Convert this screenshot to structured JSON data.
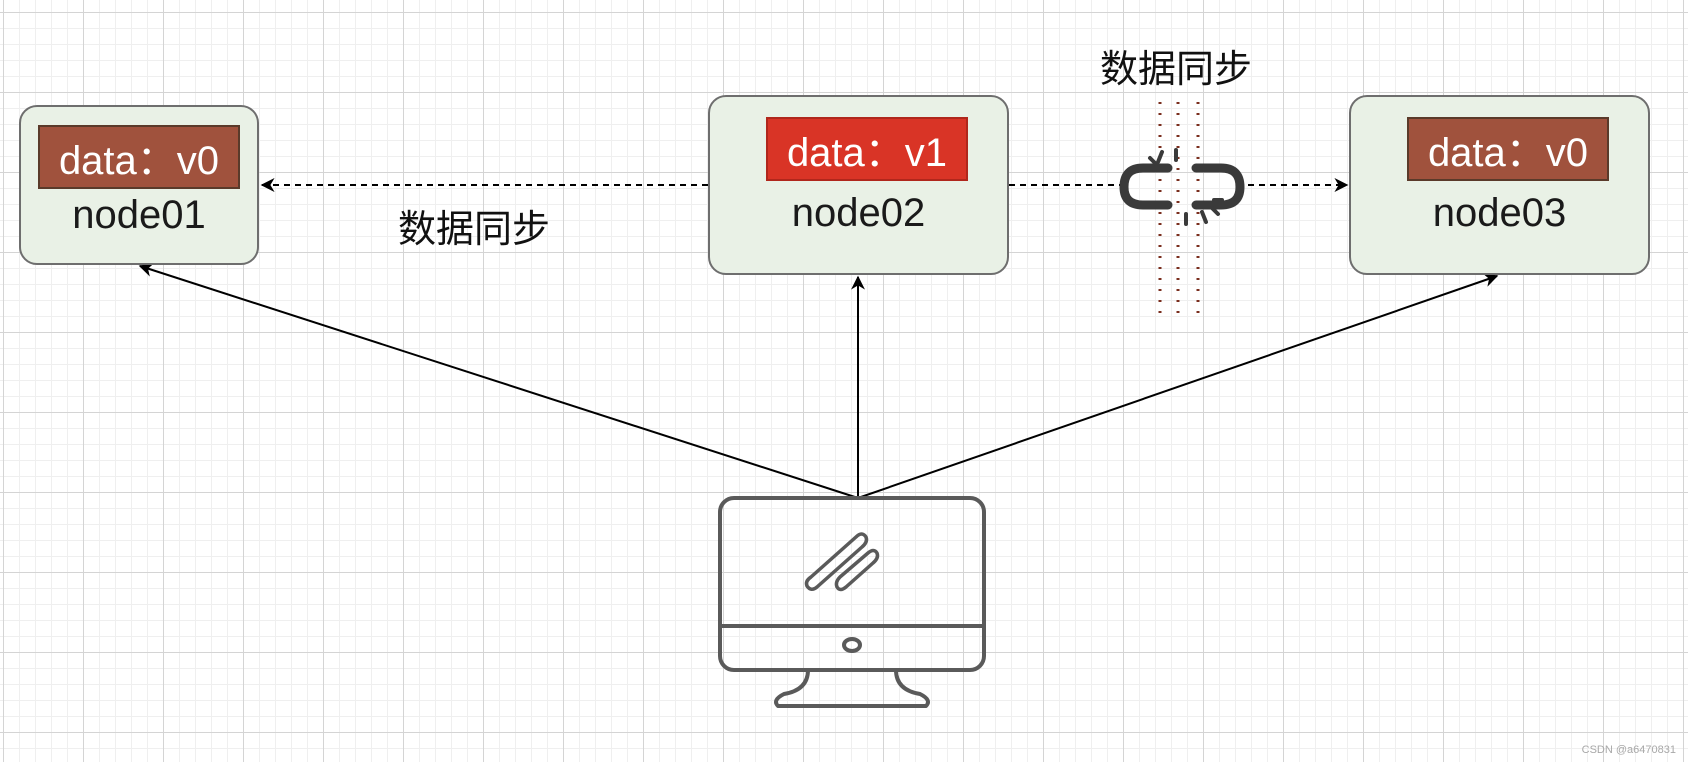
{
  "nodes": [
    {
      "id": "node01",
      "label": "node01",
      "data": "data：v0"
    },
    {
      "id": "node02",
      "label": "node02",
      "data": "data：v1"
    },
    {
      "id": "node03",
      "label": "node03",
      "data": "data：v0"
    }
  ],
  "sync_labels": {
    "left": "数据同步",
    "top": "数据同步"
  },
  "icons": {
    "client": "computer-monitor-icon",
    "broken_link": "broken-link-icon"
  },
  "colors": {
    "node_fill": "#e9f1e6",
    "data_v0": "#a0523d",
    "data_v1": "#d93426",
    "partition_dots": "#7a2e1e"
  },
  "watermark": "CSDN @a6470831"
}
